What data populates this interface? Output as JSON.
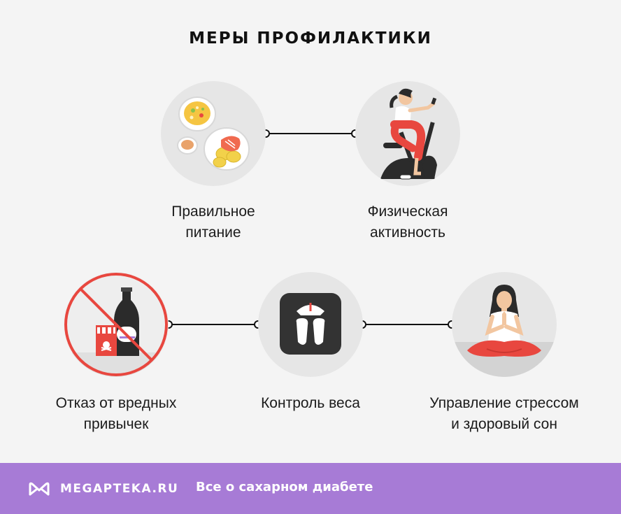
{
  "title": "МЕРЫ ПРОФИЛАКТИКИ",
  "items": [
    {
      "line1": "Правильное",
      "line2": "питание",
      "icon": "food-icon"
    },
    {
      "line1": "Физическая",
      "line2": "активность",
      "icon": "exercise-bike-icon"
    },
    {
      "line1": "Отказ от вредных",
      "line2": "привычек",
      "icon": "no-alcohol-tobacco-icon"
    },
    {
      "line1": "Контроль веса",
      "line2": "",
      "icon": "scale-icon"
    },
    {
      "line1": "Управление стрессом",
      "line2": "и здоровый сон",
      "icon": "meditation-icon"
    }
  ],
  "footer": {
    "brand": "MEGAPTEKA.RU",
    "tagline": "Все о сахарном диабете"
  },
  "colors": {
    "background": "#f4f4f4",
    "circle": "#e6e6e6",
    "footer": "#a77bd6",
    "accent_red": "#e8473f"
  }
}
